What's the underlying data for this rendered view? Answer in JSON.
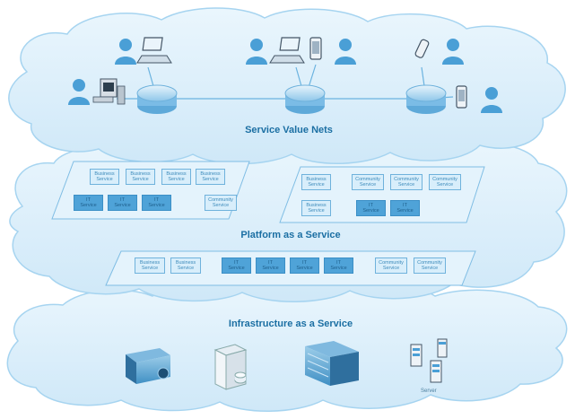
{
  "layers": {
    "service_value_nets": {
      "title": "Service Value Nets"
    },
    "platform": {
      "title": "Platform as a Service",
      "left_group": {
        "top_row": [
          {
            "line1": "Business",
            "line2": "Service",
            "kind": "business"
          },
          {
            "line1": "Business",
            "line2": "Service",
            "kind": "business"
          },
          {
            "line1": "Business",
            "line2": "Service",
            "kind": "business"
          },
          {
            "line1": "Business",
            "line2": "Service",
            "kind": "business"
          }
        ],
        "bottom_row": [
          {
            "line1": "IT",
            "line2": "Service",
            "kind": "it"
          },
          {
            "line1": "IT",
            "line2": "Service",
            "kind": "it"
          },
          {
            "line1": "IT",
            "line2": "Service",
            "kind": "it"
          },
          {
            "line1": "Community",
            "line2": "Service",
            "kind": "business"
          }
        ]
      },
      "right_group": {
        "top_row": [
          {
            "line1": "Business",
            "line2": "Service",
            "kind": "business"
          },
          {
            "line1": "Community",
            "line2": "Service",
            "kind": "business"
          },
          {
            "line1": "Community",
            "line2": "Service",
            "kind": "business"
          },
          {
            "line1": "Community",
            "line2": "Service",
            "kind": "business"
          }
        ],
        "bottom_row": [
          {
            "line1": "Business",
            "line2": "Service",
            "kind": "business"
          },
          {
            "line1": "IT",
            "line2": "Service",
            "kind": "it"
          },
          {
            "line1": "IT",
            "line2": "Service",
            "kind": "it"
          }
        ]
      },
      "bottom_group": [
        {
          "line1": "Business",
          "line2": "Service",
          "kind": "business"
        },
        {
          "line1": "Business",
          "line2": "Service",
          "kind": "business"
        },
        {
          "line1": "IT",
          "line2": "Service",
          "kind": "it"
        },
        {
          "line1": "IT",
          "line2": "Service",
          "kind": "it"
        },
        {
          "line1": "IT",
          "line2": "Service",
          "kind": "it"
        },
        {
          "line1": "IT",
          "line2": "Service",
          "kind": "it"
        },
        {
          "line1": "Community",
          "line2": "Service",
          "kind": "business"
        },
        {
          "line1": "Community",
          "line2": "Service",
          "kind": "business"
        }
      ]
    },
    "infrastructure": {
      "title": "Infrastructure as a Service",
      "server_label": "Server"
    }
  },
  "colors": {
    "cloud_fill": "#d3ebf9",
    "cloud_edge": "#9fd0ee",
    "title": "#1b6fa3",
    "it_service": "#4fa3d8",
    "business_service": "#d8eefb",
    "people": "#4a9fd6"
  },
  "icons": [
    "person-icon",
    "laptop-icon",
    "desktop-icon",
    "phone-icon",
    "router-icon",
    "server-icon",
    "rack-server-icon",
    "tower-server-icon"
  ]
}
